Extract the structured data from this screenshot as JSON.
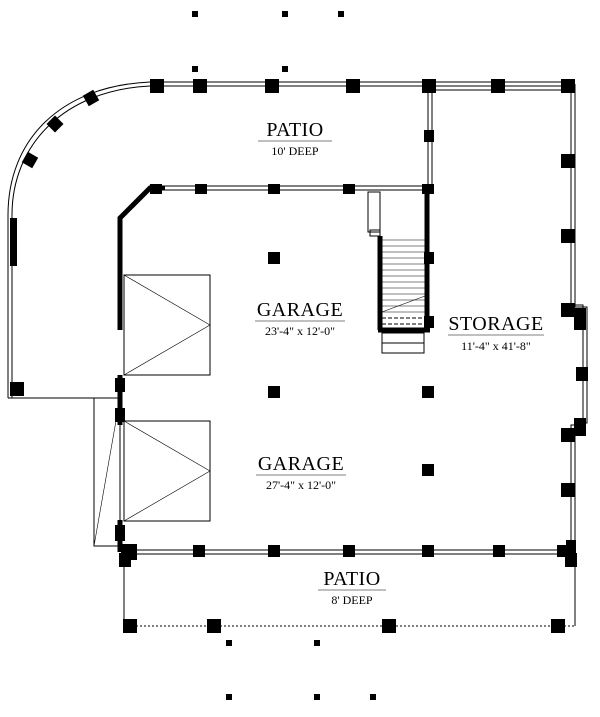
{
  "rooms": {
    "patio_top": {
      "name": "PATIO",
      "size": "10' DEEP"
    },
    "garage_upper": {
      "name": "GARAGE",
      "size": "23'-4\" x 12'-0\""
    },
    "storage": {
      "name": "STORAGE",
      "size": "11'-4\" x 41'-8\""
    },
    "garage_lower": {
      "name": "GARAGE",
      "size": "27'-4\" x 12'-0\""
    },
    "patio_bottom": {
      "name": "PATIO",
      "size": "8' DEEP"
    }
  },
  "colors": {
    "line": "#000000",
    "background": "#ffffff"
  }
}
